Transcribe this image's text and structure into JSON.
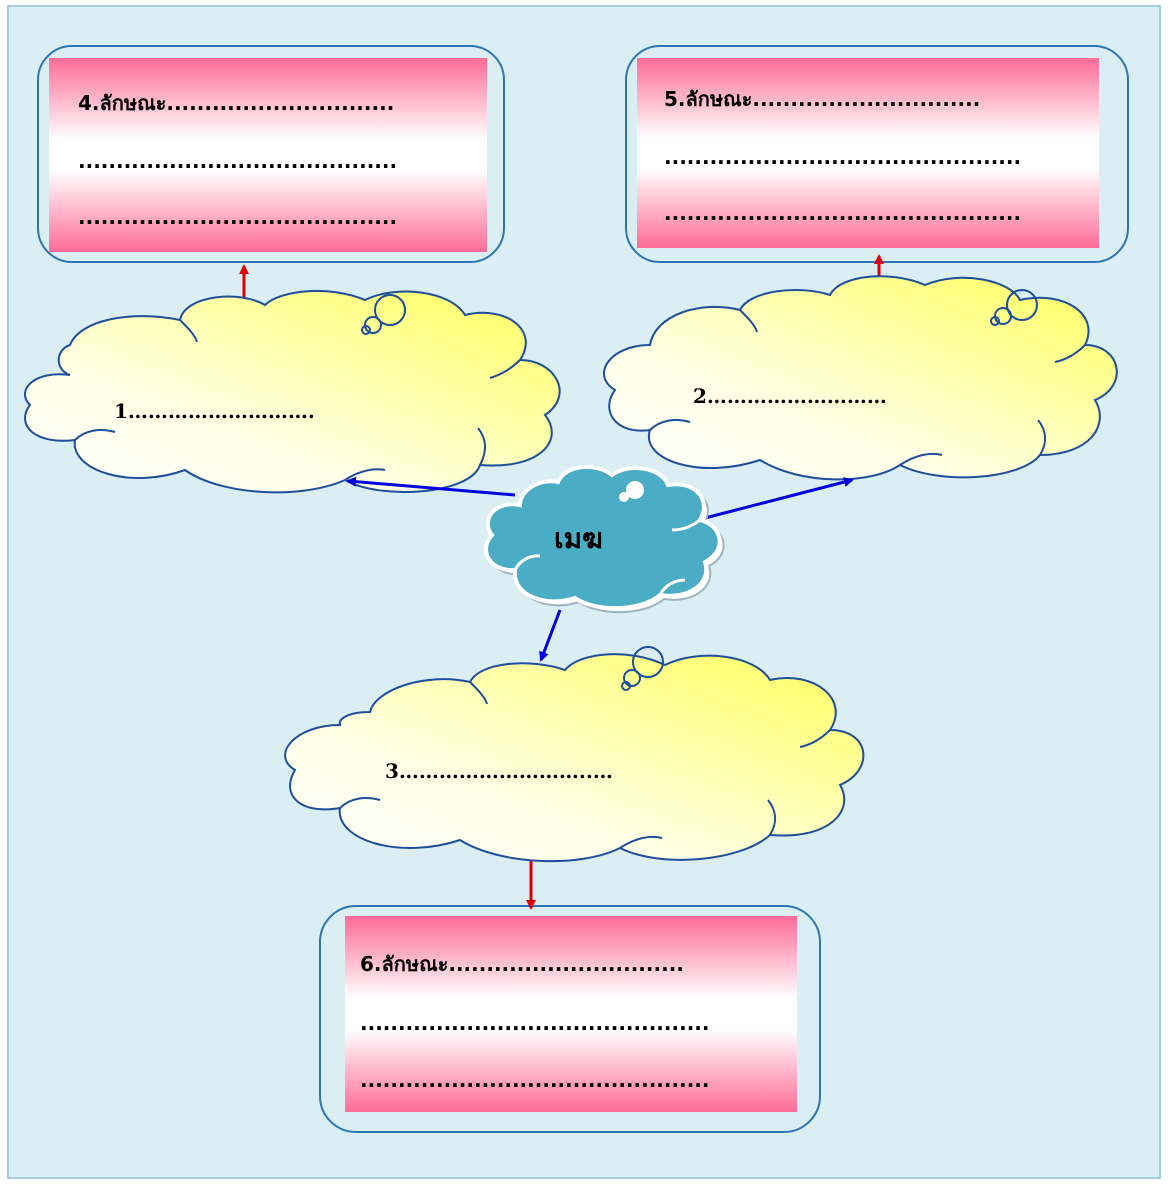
{
  "center": {
    "label": "เมฆ"
  },
  "clouds": [
    {
      "label": "1………………………."
    },
    {
      "label": "2………………………"
    },
    {
      "label": "3………………………..…"
    }
  ],
  "boxes": [
    {
      "line1": "4.ลักษณะ..............................",
      "line2": "..........................................",
      "line3": ".........................................."
    },
    {
      "line1": "5.ลักษณะ..............................",
      "line2": "...............................................",
      "line3": "..............................................."
    },
    {
      "line1": "6.ลักษณะ...............................",
      "line2": "..............................................",
      "line3": ".............................................."
    }
  ],
  "colors": {
    "panel": "#daeef4",
    "panel_border": "#a3cde0",
    "box_pink": "#ff6f9a",
    "box_border": "#2e75b6",
    "cloud_yellow": "#ffff66",
    "cloud_stroke": "#1f4e9c",
    "center_cloud": "#4bacc6",
    "arrow_blue": "#0000e0",
    "arrow_red": "#e00000"
  }
}
